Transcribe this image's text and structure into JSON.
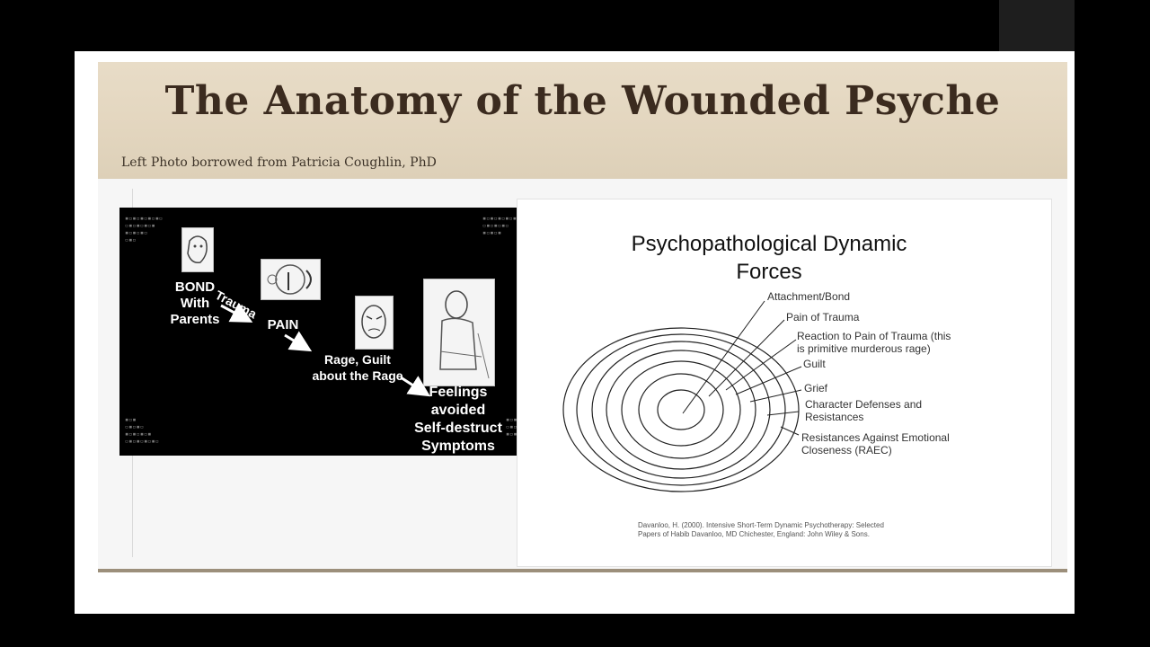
{
  "slide": {
    "title": "The Anatomy of the Wounded Psyche",
    "credit": "Left Photo borrowed from Patricia Coughlin, PhD"
  },
  "left_photo": {
    "bond": "BOND\nWith\nParents",
    "trauma": "Trauma",
    "pain": "PAIN",
    "rage": "Rage, Guilt\nabout the Rage",
    "feelings": "Feelings\navoided\nSelf-destruct\nSymptoms"
  },
  "diagram": {
    "title": "Psychopathological Dynamic\nForces",
    "layers": [
      "Attachment/Bond",
      "Pain of Trauma",
      "Reaction to Pain of Trauma (this\nis primitive murderous rage)",
      "Guilt",
      "Grief",
      "Character Defenses and\nResistances",
      "Resistances Against Emotional\nCloseness (RAEC)"
    ],
    "citation": "Davanloo, H. (2000).  Intensive Short-Term Dynamic Psychotherapy:  Selected\nPapers of Habib Davanloo, MD Chichester, England: John Wiley & Sons."
  }
}
